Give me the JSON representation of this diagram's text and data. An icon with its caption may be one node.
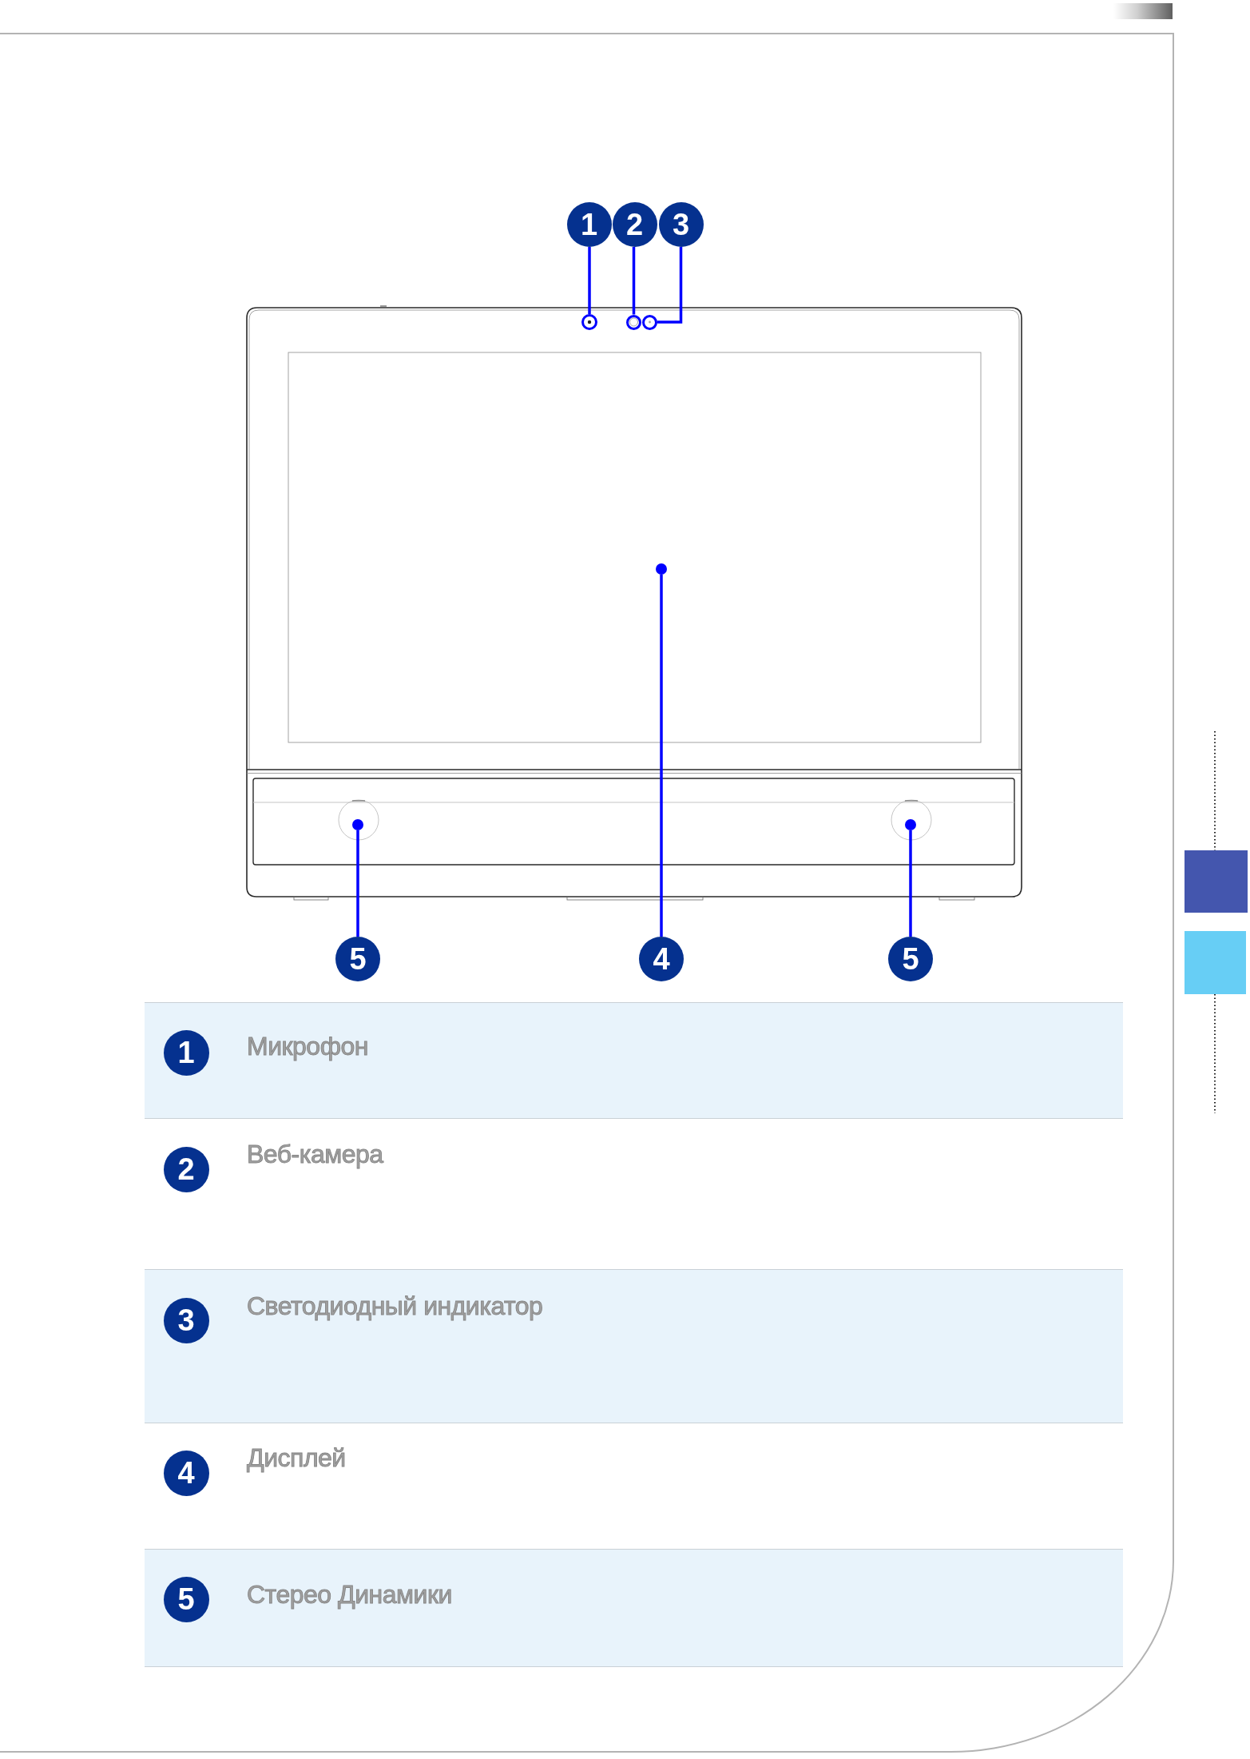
{
  "diagram": {
    "nodes": [
      {
        "text": [
          "1"
        ]
      },
      {
        "text": [
          "2"
        ]
      },
      {
        "text": [
          "3"
        ]
      },
      {
        "text": [],
        "shape": "circle"
      },
      {
        "text": [],
        "shape": "circle"
      },
      {
        "text": [],
        "shape": "circle"
      },
      {
        "text": [],
        "shape": "circle"
      },
      {
        "text": [],
        "shape": "circle"
      },
      {
        "text": [],
        "shape": "circle"
      },
      {
        "text": [
          "5"
        ]
      },
      {
        "text": [
          "4"
        ]
      },
      {
        "text": [
          "5"
        ]
      },
      {
        "text": [
          "Микрофон"
        ]
      },
      {
        "text": [
          "1"
        ],
        "in": 12
      },
      {
        "text": [
          "Веб-камера"
        ]
      },
      {
        "text": [
          "2"
        ],
        "in": 14
      },
      {
        "text": [
          "Светодиодный индикатор"
        ]
      },
      {
        "text": [
          "3"
        ],
        "in": 16
      },
      {
        "text": [
          "Дисплей"
        ]
      },
      {
        "text": [
          "4"
        ],
        "in": 18
      },
      {
        "text": [
          "Стерео Динамики"
        ]
      },
      {
        "text": [
          "5"
        ],
        "in": 20
      }
    ],
    "edges": [
      {
        "from": 0,
        "to": 3,
        "arrow": "none"
      },
      {
        "from": 1,
        "to": 4,
        "arrow": "none"
      },
      {
        "from": 2,
        "to": 5,
        "arrow": "none"
      },
      {
        "from": 9,
        "to": 7,
        "arrow": "none"
      },
      {
        "from": 10,
        "to": 6,
        "arrow": "none"
      },
      {
        "from": 11,
        "to": 8,
        "arrow": "none"
      }
    ]
  }
}
